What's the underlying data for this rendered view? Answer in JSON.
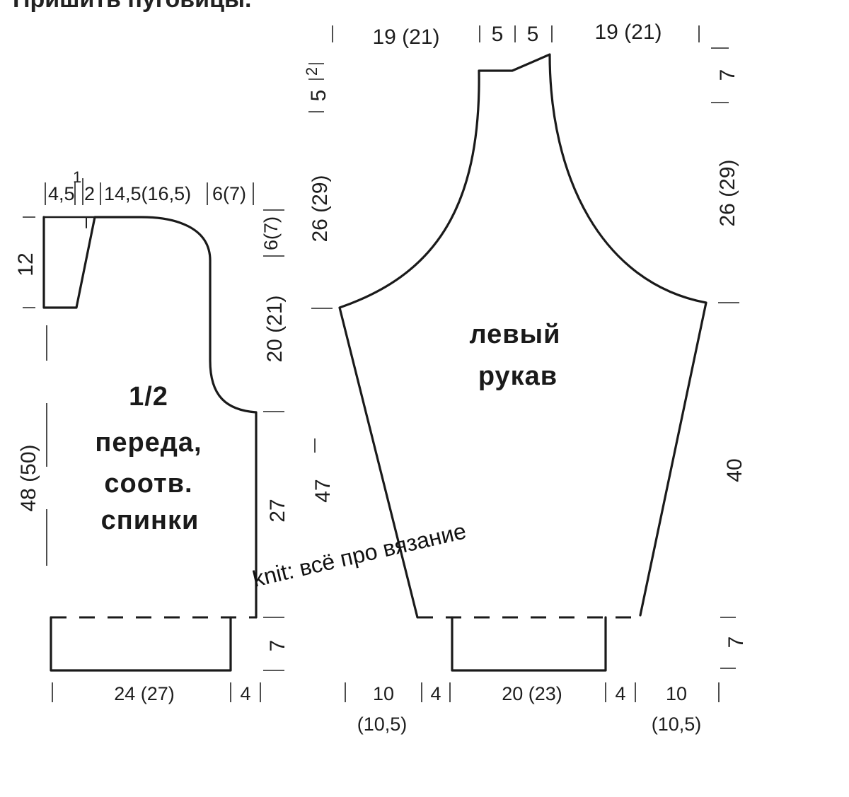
{
  "header": {
    "cut_text": "Пришить пуговицы."
  },
  "front_piece": {
    "label_lines": [
      "1/2",
      "переда,",
      "соотв.",
      "спинки"
    ],
    "top_dims": [
      "4,5",
      "1",
      "2",
      "14,5(16,5)",
      "6(7)"
    ],
    "left_dims": [
      "12",
      "48 (50)"
    ],
    "right_dims": [
      "6(7)",
      "20 (21)",
      "27",
      "7"
    ],
    "bottom_dims": [
      "24 (27)",
      "4"
    ]
  },
  "sleeve_piece": {
    "label_lines": [
      "левый",
      "рукав"
    ],
    "top_dims": [
      "19 (21)",
      "5",
      "5",
      "19 (21)"
    ],
    "left_dims": [
      "5",
      "2",
      "26 (29)",
      "47"
    ],
    "right_dims": [
      "7",
      "26 (29)",
      "40",
      "7"
    ],
    "bottom_dims": [
      "10",
      "(10,5)",
      "4",
      "20 (23)",
      "4",
      "10",
      "(10,5)"
    ]
  },
  "watermark": "knit: всё про вязание"
}
